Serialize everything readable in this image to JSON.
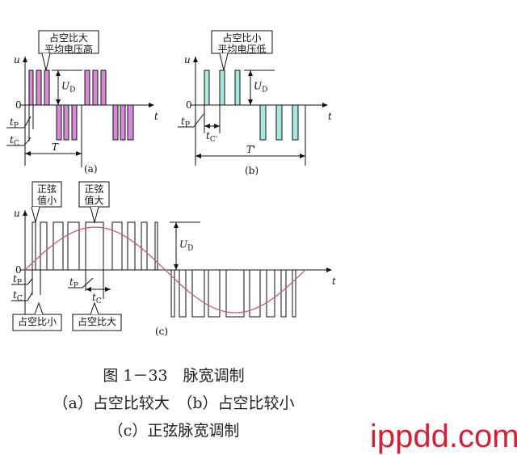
{
  "panel_a": {
    "callout": [
      "占空比大",
      "平均电压高"
    ],
    "y_axis": "u",
    "x_axis": "t",
    "origin": "0",
    "amplitude": "U",
    "amplitude_sub": "D",
    "tp": "t",
    "tp_sub": "P",
    "tc": "t",
    "tc_sub": "C",
    "period": "T",
    "tag": "(a)",
    "pulse_color": "#d88ad8"
  },
  "panel_b": {
    "callout": [
      "占空比小",
      "平均电压低"
    ],
    "y_axis": "u",
    "x_axis": "t",
    "origin": "0",
    "amplitude": "U",
    "amplitude_sub": "D",
    "tp": "t",
    "tp_sub": "P",
    "tc": "t",
    "tc_sub": "C'",
    "period": "T'",
    "tag": "(b)",
    "pulse_color": "#a8e8e0"
  },
  "panel_c": {
    "callout_top": [
      [
        "正弦",
        "值小"
      ],
      [
        "正弦",
        "值大"
      ]
    ],
    "callout_bottom": [
      "占空比小",
      "占空比大"
    ],
    "y_axis": "u",
    "x_axis": "t",
    "origin": "0",
    "amplitude": "U",
    "amplitude_sub": "D",
    "tp": "t",
    "tp_sub": "P",
    "tc": "t",
    "tc_sub": "C",
    "tag": "(c)",
    "sine_color": "#c0606a"
  },
  "caption": {
    "title": "图 1－33　脉宽调制",
    "line2": "（a）占空比较大　（b）占空比较小",
    "line3": "（c）正弦脉宽调制"
  },
  "watermark": "ippdd.com"
}
